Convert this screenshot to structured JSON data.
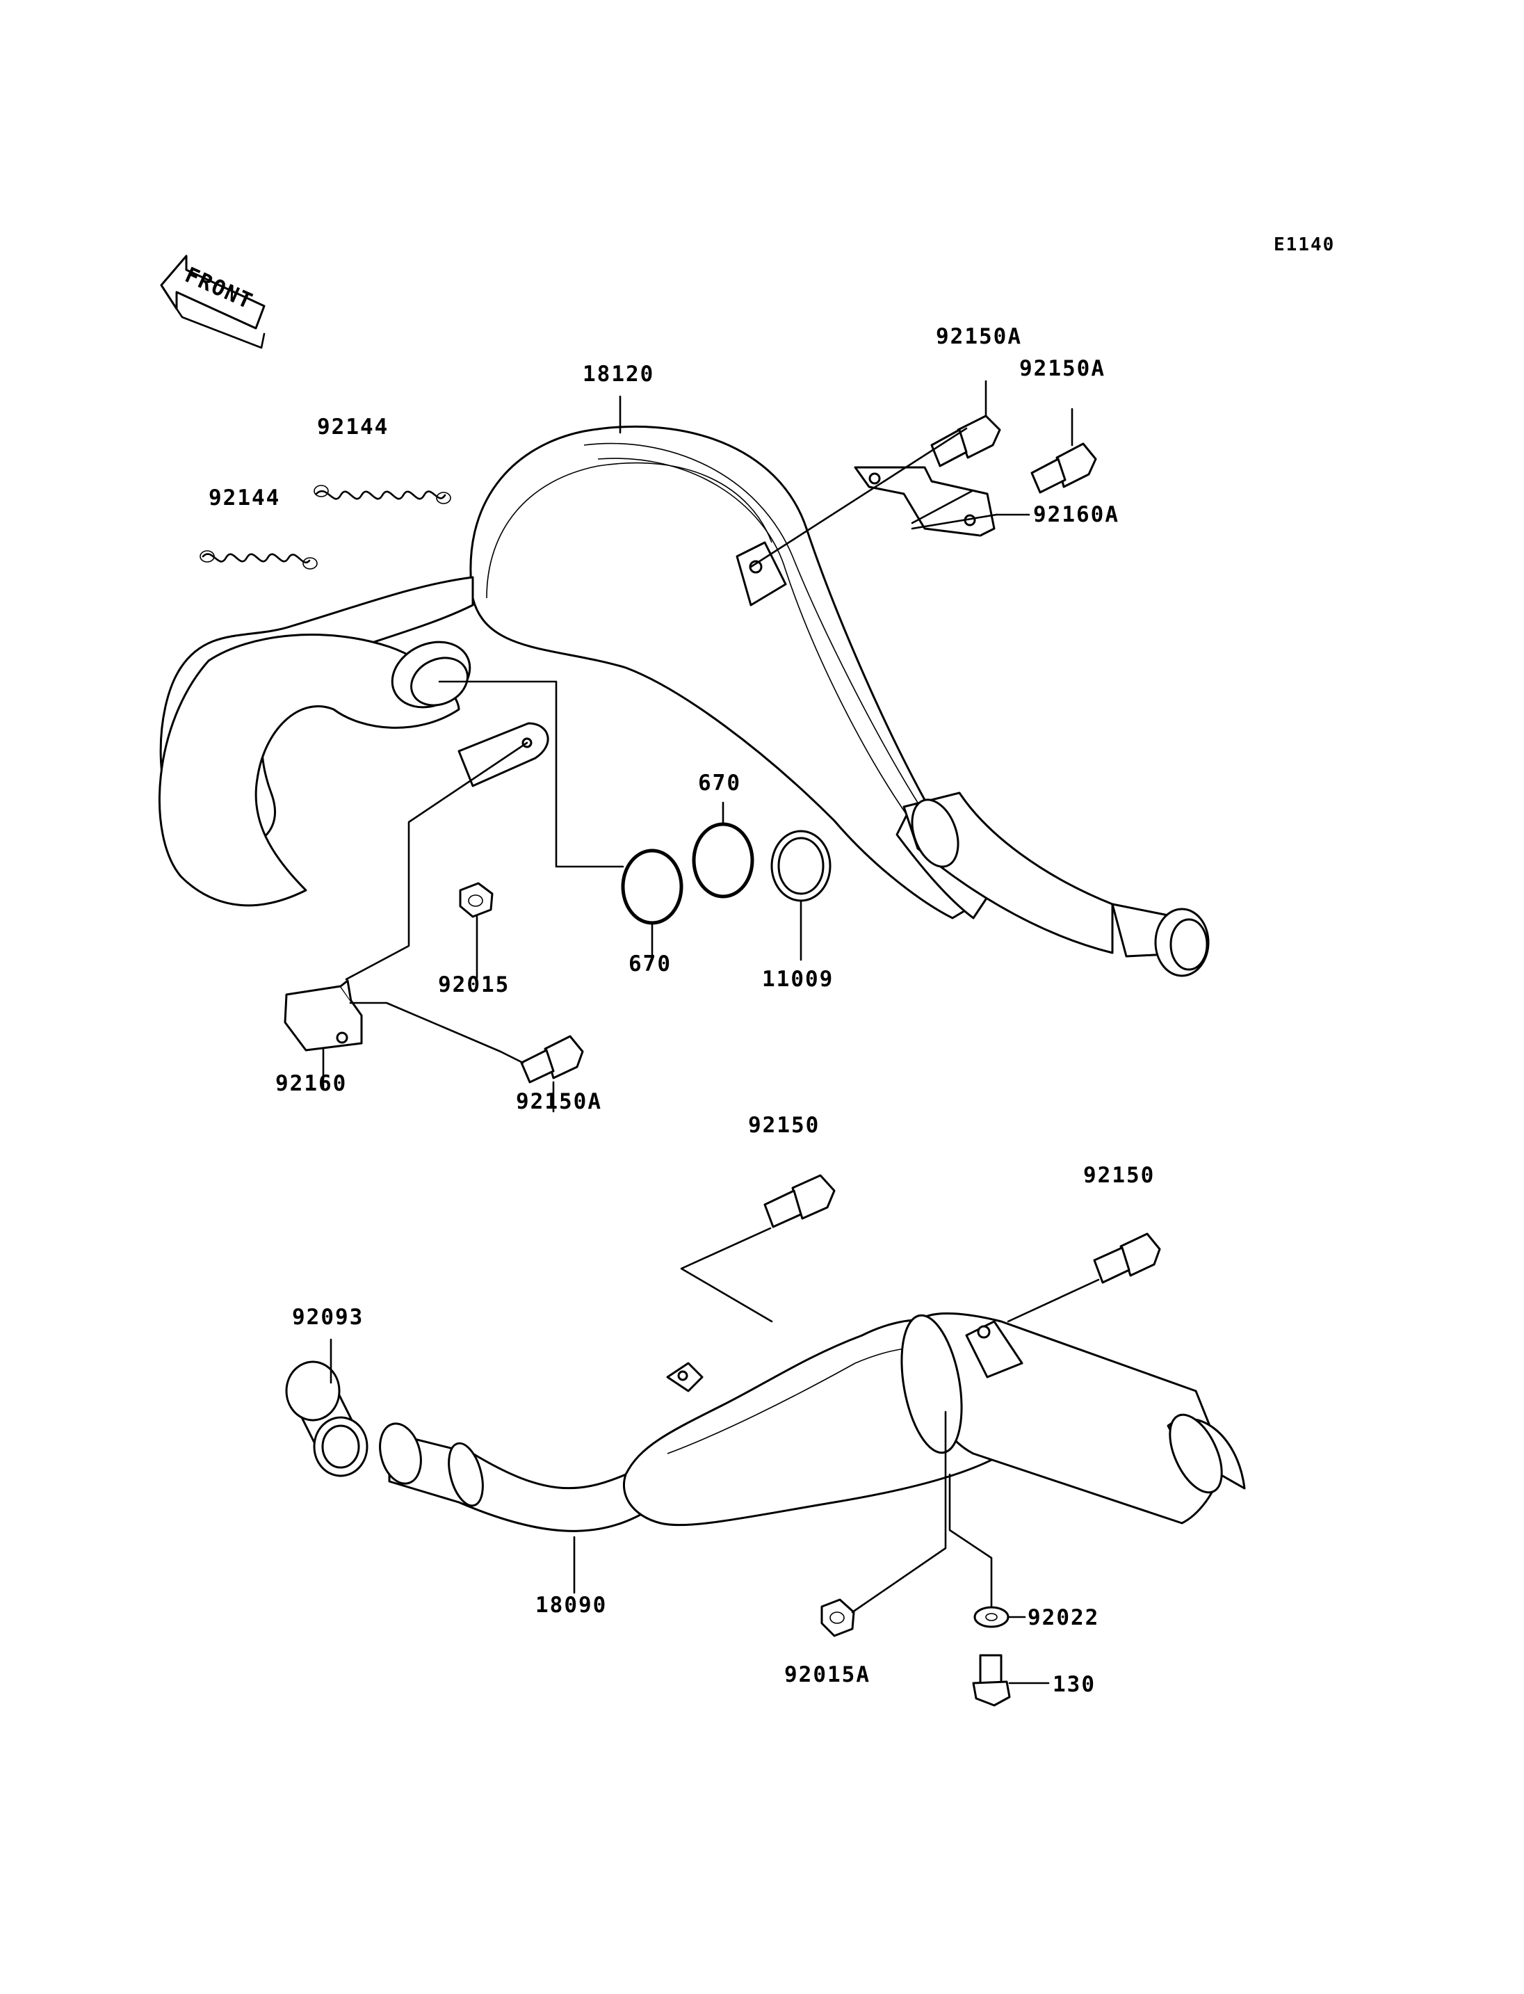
{
  "diagram_code": "E1140",
  "front_arrow_label": "FRONT",
  "callouts": {
    "p18120": "18120",
    "p92144a": "92144",
    "p92144b": "92144",
    "p92150A_top1": "92150A",
    "p92150A_top2": "92150A",
    "p92160A": "92160A",
    "p670_top": "670",
    "p670_bottom": "670",
    "p11009": "11009",
    "p92015": "92015",
    "p92160": "92160",
    "p92150A_bottom": "92150A",
    "p92150_left": "92150",
    "p92150_right": "92150",
    "p92093": "92093",
    "p18090": "18090",
    "p92015A": "92015A",
    "p92022": "92022",
    "p130": "130"
  }
}
